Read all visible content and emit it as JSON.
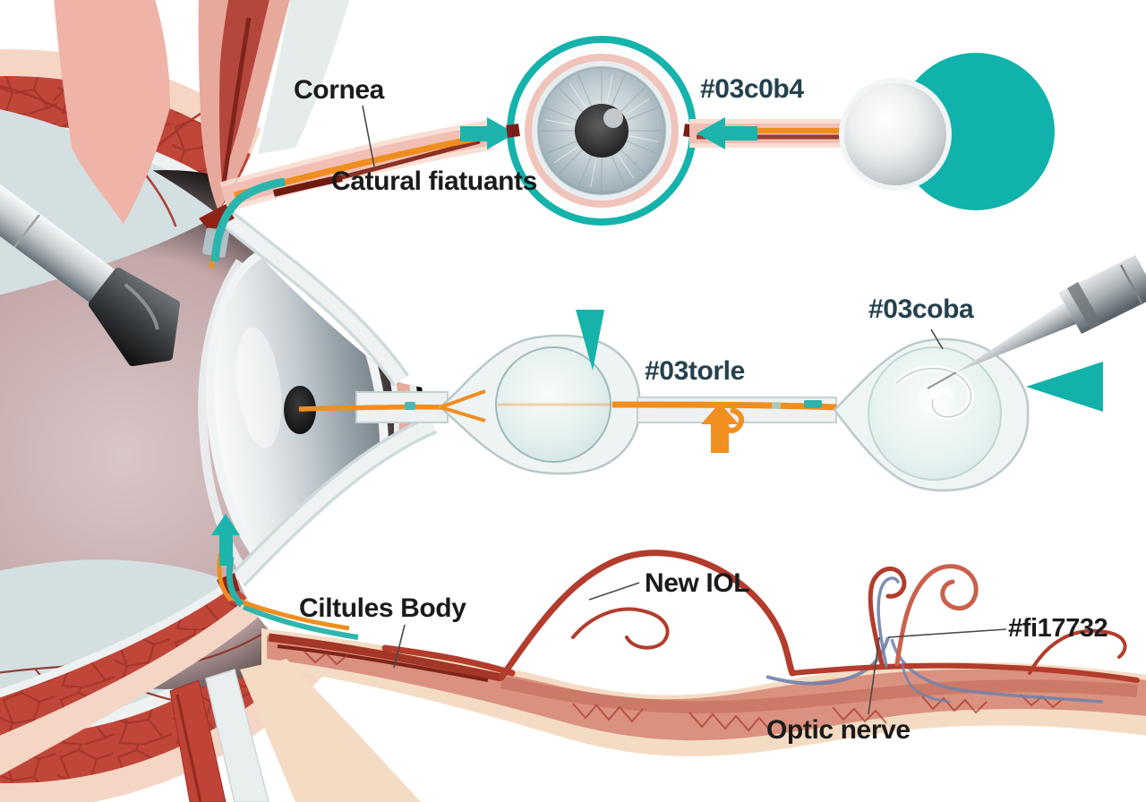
{
  "image": {
    "type": "medical-illustration",
    "subject": "Eye anatomy / cataract surgery schematic diagram"
  },
  "labels": {
    "cornea": "Cornea",
    "lens_fragments": "Catural fiatuants",
    "color_code_top": "#03c0b4",
    "code_middle": "#03torle",
    "code_capsule": "#03coba",
    "new_iol": "New IOL",
    "ciliary_body": "Ciltules Body",
    "code_bottom": "#fi17732",
    "optic_nerve": "Optic nerve"
  },
  "colors": {
    "teal": "#03c0b4",
    "orange": "#f39122",
    "sclera_red": "#c1463a",
    "tissue_pink": "#f2bfb4",
    "label_dark_teal": "#24414d",
    "label_black": "#1b1b1b",
    "vitreous_mauve": "#b59899",
    "interior_bluegray": "#d4dfe2"
  },
  "icons": {
    "teal-arrow-right": "▶",
    "teal-arrow-left": "◀",
    "teal-arrow-down": "▼",
    "teal-arrow-up": "▲",
    "teal-triangle-left": "◀",
    "orange-arrow-up": "⬆"
  }
}
